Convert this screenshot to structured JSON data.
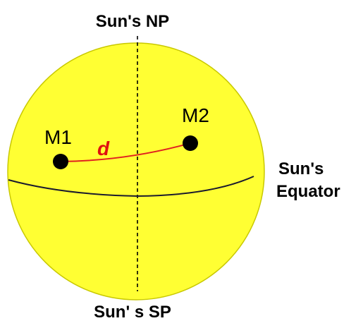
{
  "labels": {
    "north_pole": "Sun's NP",
    "south_pole": "Sun' s SP",
    "equator_line1": "Sun's",
    "equator_line2": "Equator",
    "spot_1": "M1",
    "spot_2": "M2",
    "distance": "d"
  },
  "colors": {
    "sun_fill": "#FFFF33",
    "sun_outline": "#C8C800",
    "axis_line": "#000000",
    "equator_line": "#1A1A2E",
    "arc_line": "#E02020",
    "distance_label": "#E01010",
    "spot_fill": "#000000"
  }
}
